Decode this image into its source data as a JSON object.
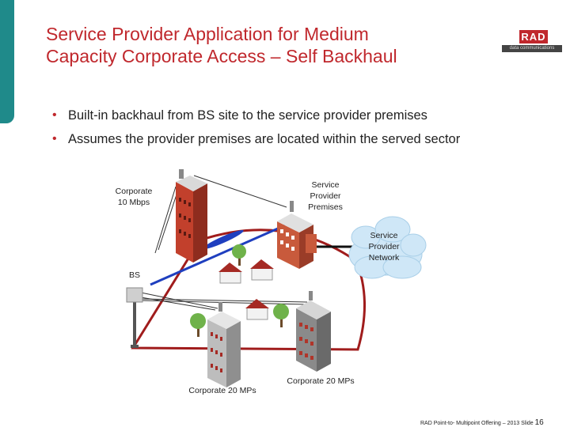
{
  "slide": {
    "title_line1": "Service Provider Application for Medium",
    "title_line2": "Capacity Corporate Access – Self Backhaul",
    "logo_mark": "RAD",
    "logo_sub": "data communications",
    "bullets": [
      "Built-in backhaul from BS site to the service provider premises",
      "Assumes the provider premises are located within the served sector"
    ],
    "footer_text": "RAD Point-to- Multipoint Offering – 2013 Slide",
    "footer_page": "16"
  },
  "diagram": {
    "labels": {
      "corporate_10": [
        "Corporate",
        "10 Mbps"
      ],
      "sp_premises": [
        "Service",
        "Provider",
        "Premises"
      ],
      "sp_network": [
        "Service",
        "Provider",
        "Network"
      ],
      "bs": "BS",
      "corp_20_left": "Corporate 20 MPs",
      "corp_20_right": "Corporate 20 MPs"
    },
    "colors": {
      "accent": "#c0282d",
      "teal": "#1f8a8a",
      "backhaul_link": "#1f3fbf",
      "cloud": "#cfe7f7",
      "sector_arc": "#a01c1c"
    }
  }
}
